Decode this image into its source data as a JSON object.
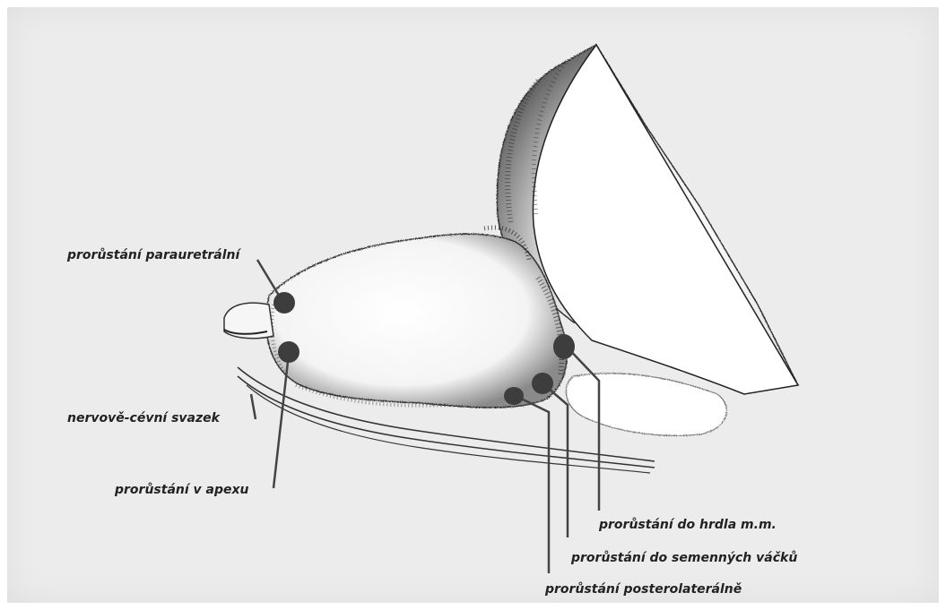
{
  "labels": {
    "paraurethral": "prorůstání parauretrální",
    "neurovascular": "nervově-cévní svazek",
    "apex": "prorůstání v apexu",
    "bladder_neck": "prorůstání do hrdla m.m.",
    "seminal_vesicles": "prorůstání do semenných váčků",
    "posterolateral": "prorůstání posterolaterálně"
  },
  "colors": {
    "marker": "#3d3d3d",
    "line": "#444444",
    "background": "#ececec",
    "organ": "#ffffff"
  }
}
